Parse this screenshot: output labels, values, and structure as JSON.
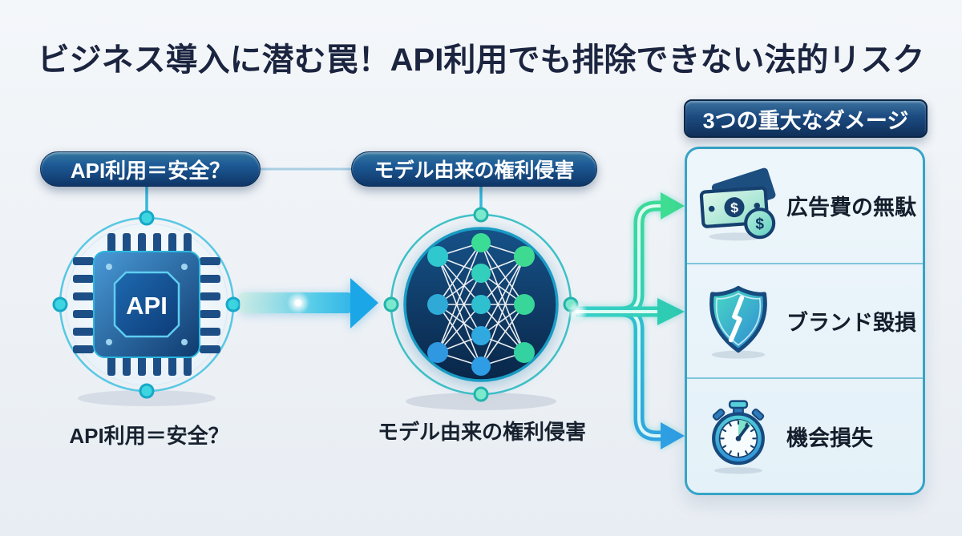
{
  "title": "ビジネス導入に潜む罠！API利用でも排除できない法的リスク",
  "flow": {
    "api": {
      "pill_label": "API利用＝安全？",
      "caption": "API利用＝安全？",
      "chip_text": "API"
    },
    "model": {
      "pill_label": "モデル由来の権利侵害",
      "caption": "モデル由来の権利侵害"
    }
  },
  "damages": {
    "header": "3つの重大なダメージ",
    "currency_symbol": "$",
    "items": [
      {
        "icon": "banknotes-dollar-icon",
        "label": "広告費の無駄"
      },
      {
        "icon": "cracked-shield-icon",
        "label": "ブランド毀損"
      },
      {
        "icon": "stopwatch-icon",
        "label": "機会損失"
      }
    ]
  },
  "colors": {
    "background": "#f1f4f8",
    "title_text": "#1b2540",
    "pill_gradient_top": "#35779f",
    "pill_gradient_bottom": "#0e3566",
    "panel_border": "#35a4c8",
    "main_arrow_blue": "#1ba6e8",
    "branch_green": "#3edd92",
    "branch_teal": "#2fccb4",
    "branch_blue": "#2f9fe4",
    "ring_cyan": "#58c8e4"
  }
}
